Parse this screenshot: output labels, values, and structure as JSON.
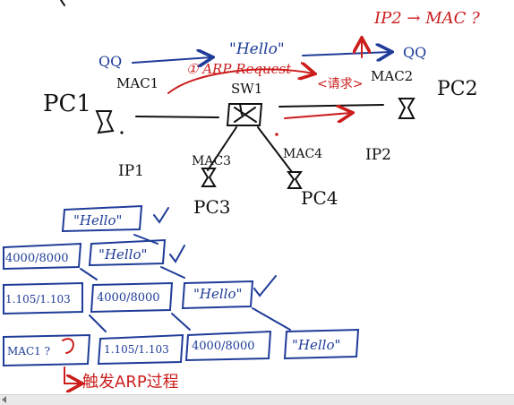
{
  "network": {
    "pc1": "PC1",
    "pc2": "PC2",
    "pc3": "PC3",
    "pc4": "PC4",
    "switch": "SW1",
    "mac1": "MAC1",
    "mac2": "MAC2",
    "mac3": "MAC3",
    "mac4": "MAC4",
    "ip1": "IP1",
    "ip2": "IP2",
    "qq_left": "QQ",
    "qq_right": "QQ",
    "hello_top": "\"Hello\"",
    "arp_request": "① ARP Request",
    "query": "<请求>",
    "ip2_mac": "IP2 → MAC ?"
  },
  "encapsulation": {
    "row1": [
      "\"Hello\""
    ],
    "row2": [
      "4000/8000",
      "\"Hello\""
    ],
    "row3": [
      "1.105/1.103",
      "4000/8000",
      "\"Hello\""
    ],
    "row4": [
      "MAC1 ?",
      "1.105/1.103",
      "4000/8000",
      "\"Hello\""
    ],
    "note": "触发ARP过程"
  },
  "colors": {
    "black_ink": "#111111",
    "blue_ink": "#1f3c98",
    "red_ink": "#cc1d1d"
  }
}
